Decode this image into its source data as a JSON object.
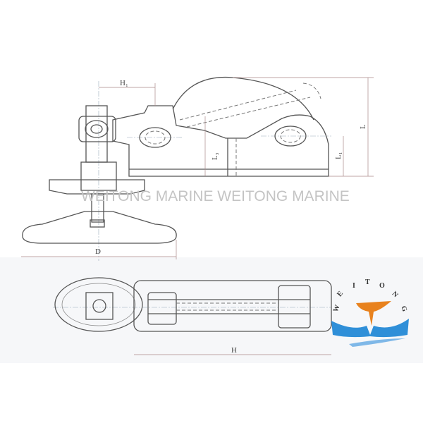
{
  "drawing": {
    "dimension_labels": {
      "h1": "H₁",
      "l": "L",
      "l1": "L₁",
      "l3": "L₃",
      "d": "D",
      "h": "H"
    },
    "watermark": "WEITONG MARINE  WEITONG MARINE",
    "logo": {
      "letters": [
        "W",
        "E",
        "I",
        "T",
        "O",
        "N",
        "G"
      ],
      "text": "WEITONG",
      "colors": {
        "accent": "#e8821e",
        "wave": "#2f8fd8"
      }
    }
  }
}
